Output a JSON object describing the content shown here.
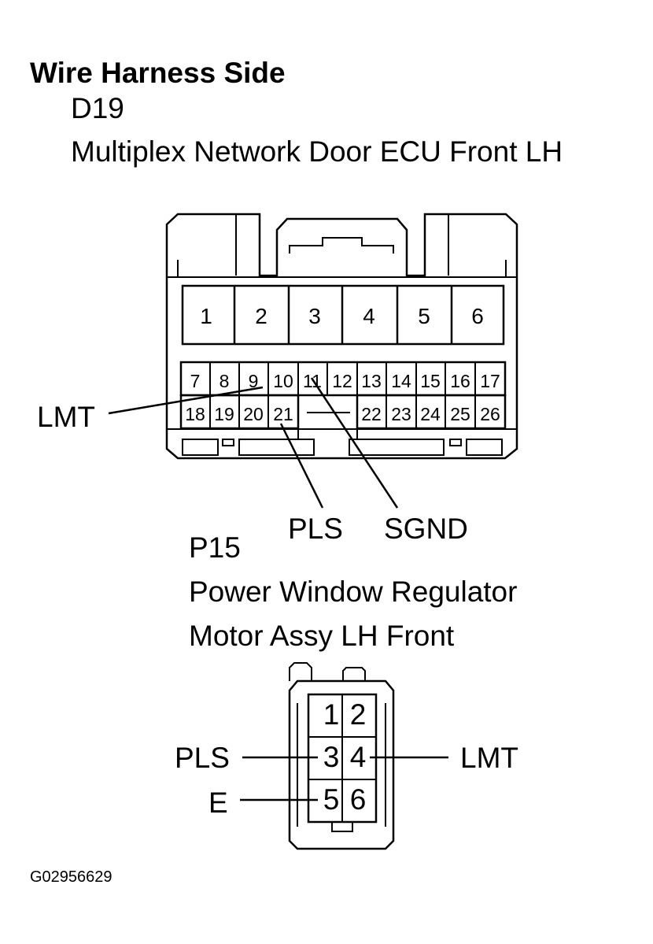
{
  "header": {
    "title": "Wire Harness Side"
  },
  "connector_d19": {
    "code": "D19",
    "name": "Multiplex Network Door ECU Front LH",
    "large_pins": [
      "1",
      "2",
      "3",
      "4",
      "5",
      "6"
    ],
    "small_pins_row1": [
      "7",
      "8",
      "9",
      "10",
      "11",
      "12",
      "13",
      "14",
      "15",
      "16",
      "17"
    ],
    "small_pins_row2_left": [
      "18",
      "19",
      "20",
      "21"
    ],
    "small_pins_row2_right": [
      "22",
      "23",
      "24",
      "25",
      "26"
    ],
    "callouts": {
      "lmt": "LMT",
      "pls": "PLS",
      "sgnd": "SGND"
    }
  },
  "connector_p15": {
    "code": "P15",
    "name_line1": "Power Window Regulator",
    "name_line2": "Motor Assy LH Front",
    "pins": [
      "1",
      "2",
      "3",
      "4",
      "5",
      "6"
    ],
    "callouts": {
      "pls": "PLS",
      "lmt": "LMT",
      "e": "E"
    }
  },
  "footer": {
    "figure_id": "G02956629"
  }
}
